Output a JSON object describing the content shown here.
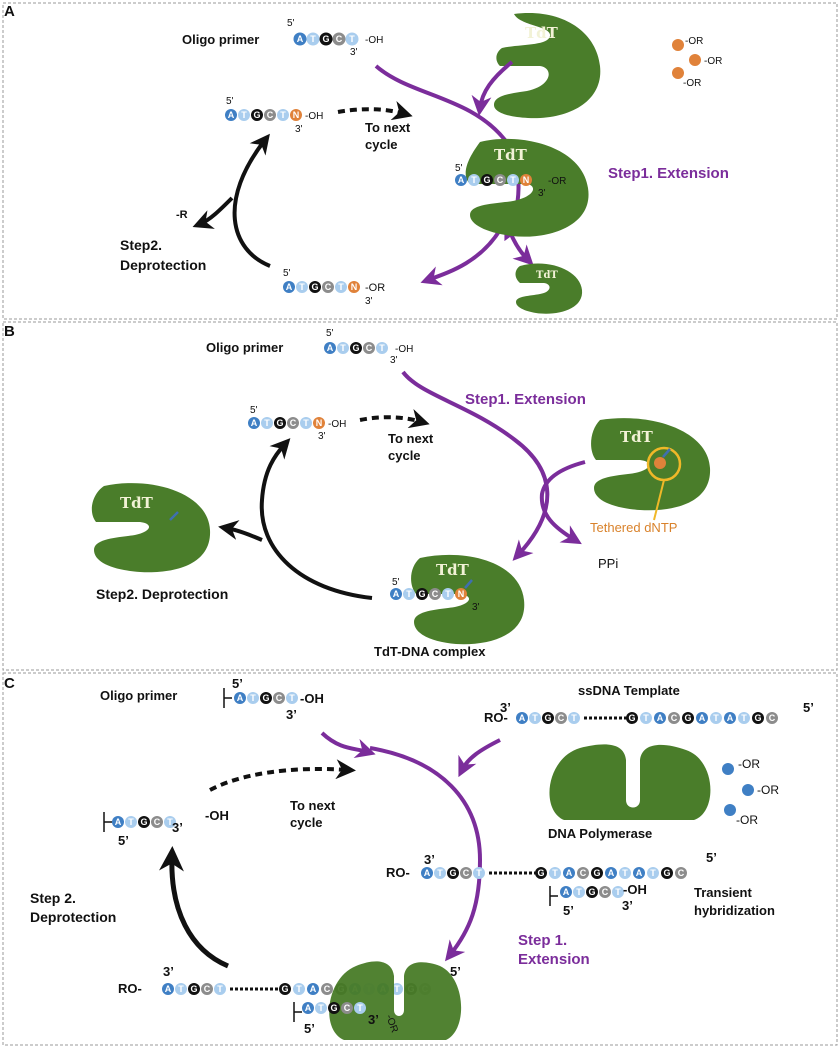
{
  "panels": [
    {
      "letter": "A",
      "oligo_primer_label": "Oligo primer",
      "primer_5": "5'",
      "primer_3": "3'",
      "primer_oh": "-OH",
      "tdt": "TdT",
      "free_nucleotides": [
        {
          "base": "N",
          "group": "-OR"
        },
        {
          "base": "N",
          "group": "-OR"
        },
        {
          "base": "N",
          "group": "-OR"
        }
      ],
      "step1": "Step1. Extension",
      "complex_suffix": "-OR",
      "to_next_line1": "To next",
      "to_next_line2": "cycle",
      "extended_oh": "-OH",
      "removed_group": "-R",
      "step2_line1": "Step2.",
      "step2_line2": "Deprotection",
      "protected_suffix": "-OR"
    },
    {
      "letter": "B",
      "oligo_primer_label": "Oligo primer",
      "primer_5": "5'",
      "primer_3": "3'",
      "primer_oh": "-OH",
      "step1": "Step1. Extension",
      "to_next_line1": "To next",
      "to_next_line2": "cycle",
      "extended_oh": "-OH",
      "tdt": "TdT",
      "tethered": "Tethered dNTP",
      "ppi": "PPi",
      "step2": "Step2. Deprotection",
      "complex_label": "TdT-DNA complex"
    },
    {
      "letter": "C",
      "oligo_primer_label": "Oligo primer",
      "primer_5": "5’",
      "primer_3": "3’",
      "primer_oh": "-OH",
      "template_label": "ssDNA Template",
      "ro": "RO-",
      "template_bases": [
        "G",
        "T",
        "A",
        "C",
        "G",
        "A",
        "T",
        "A",
        "T",
        "G",
        "C"
      ],
      "polymerase_label": "DNA Polymerase",
      "free_nucleotides": [
        {
          "base": "A",
          "group": "-OR"
        },
        {
          "base": "A",
          "group": "-OR"
        },
        {
          "base": "A",
          "group": "-OR"
        }
      ],
      "to_next_line1": "To next",
      "to_next_line2": "cycle",
      "extended_oh": "-OH",
      "transient_line1": "Transient",
      "transient_line2": "hybridization",
      "step1_line1": "Step 1.",
      "step1_line2": "Extension",
      "step2_line1": "Step 2.",
      "step2_line2": "Deprotection",
      "bound_suffix": "-OR"
    }
  ],
  "primer_bases": [
    "A",
    "T",
    "G",
    "C",
    "T"
  ],
  "extended_bases": [
    "A",
    "T",
    "G",
    "C",
    "T",
    "N"
  ],
  "colors": {
    "A": "#3f7fc4",
    "T": "#a9cdee",
    "G": "#111111",
    "C": "#8c8c8c",
    "N": "#e0823a",
    "enzyme": "#4a7d2a",
    "purple_arrow": "#7b2d9b",
    "tether": "#f0b828",
    "panel_border": "#999999"
  }
}
